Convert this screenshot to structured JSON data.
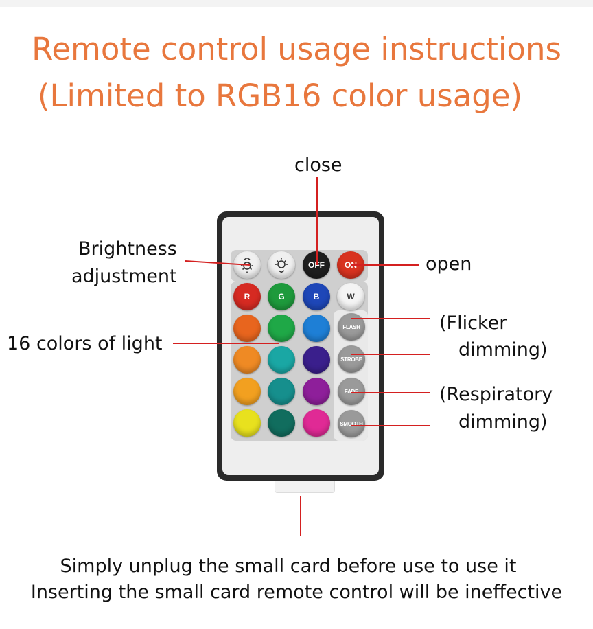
{
  "title": {
    "line1": "Remote control usage instructions",
    "line2": "(Limited to RGB16 color usage)"
  },
  "labels": {
    "close": "close",
    "open": "open",
    "brightness_line1": "Brightness",
    "brightness_line2": "adjustment",
    "colors": "16 colors of light",
    "flicker_line1": "(Flicker",
    "flicker_line2": "dimming)",
    "respiratory_line1": "(Respiratory",
    "respiratory_line2": "dimming)"
  },
  "remote": {
    "buttons": {
      "off": "OFF",
      "on": "ON",
      "r": "R",
      "g": "G",
      "b": "B",
      "w": "W",
      "flash": "FLASH",
      "strobe": "STROBE",
      "fade": "FADE",
      "smooth": "SMOOTH"
    },
    "colors": {
      "off": "#1e1e1e",
      "on": "#d8321f",
      "r": "#d62a22",
      "g": "#1e9a3c",
      "b": "#1e47b8",
      "w": "#f4f4f4",
      "grid": [
        [
          "#e8651e",
          "#1fa847",
          "#1e7fd6"
        ],
        [
          "#ef8a24",
          "#1aa7a4",
          "#3a1f8c"
        ],
        [
          "#f2a020",
          "#168f8d",
          "#8e1f9a"
        ],
        [
          "#e8e11e",
          "#116d5e",
          "#e02a95"
        ]
      ],
      "mode_buttons": "#9a9a9a",
      "leader_lines": "#d42020",
      "title": "#e8773d"
    },
    "icons": [
      "brightness-up-icon",
      "brightness-down-icon"
    ]
  },
  "footer": {
    "line1": "Simply unplug the small card before use to use it",
    "line2": "Inserting the small card remote control will be ineffective"
  }
}
